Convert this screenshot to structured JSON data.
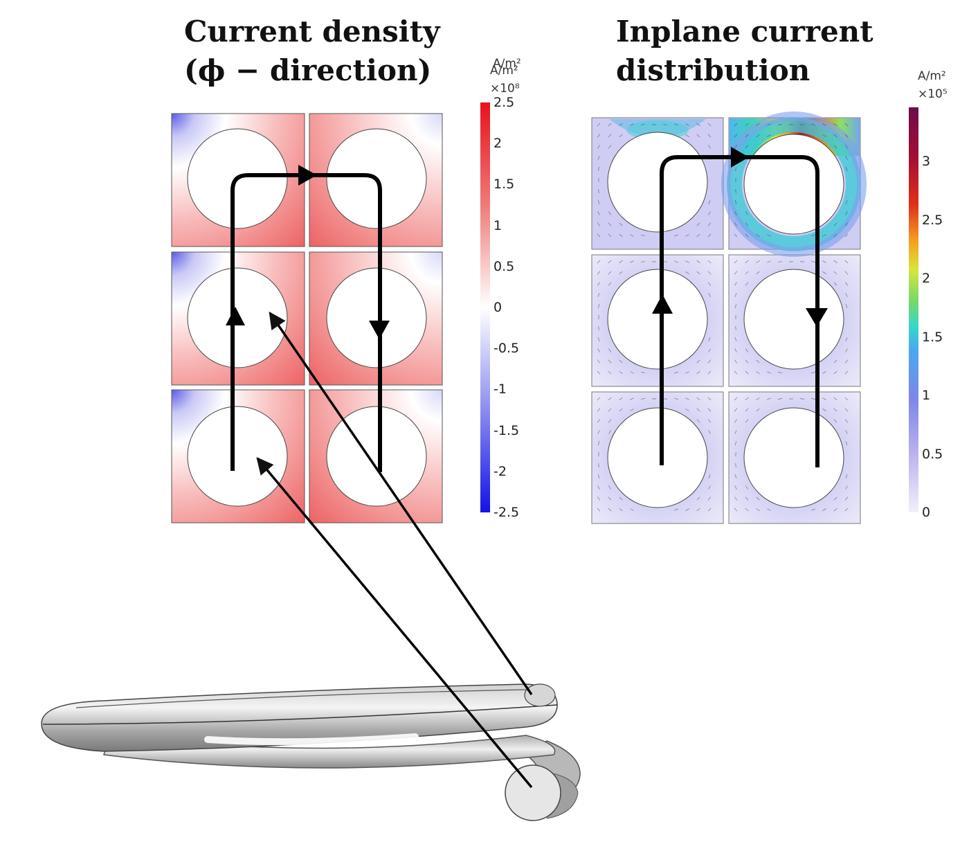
{
  "left_panel": {
    "title_line1": "Current density",
    "title_line2": "(ϕ − direction)",
    "colorbar": {
      "unit": "A/m²",
      "unit_overlap": "A/m²",
      "multiplier": "×10⁸",
      "ticks": [
        "2.5",
        "2",
        "1.5",
        "1",
        "0.5",
        "0",
        "-0.5",
        "-1",
        "-1.5",
        "-2",
        "-2.5"
      ],
      "colors": [
        "#e8121a",
        "#ffffff",
        "#1212e8"
      ]
    }
  },
  "right_panel": {
    "title_line1": "Inplane current",
    "title_line2": "distribution",
    "colorbar": {
      "unit": "A/m²",
      "multiplier": "×10⁵",
      "ticks": [
        "3",
        "2.5",
        "2",
        "1.5",
        "1",
        "0.5",
        "0"
      ],
      "colors": [
        "#6a0f4a",
        "#e0301a",
        "#d8e53a",
        "#38d8c8",
        "#7e86e8",
        "#f2f0fa"
      ]
    }
  }
}
